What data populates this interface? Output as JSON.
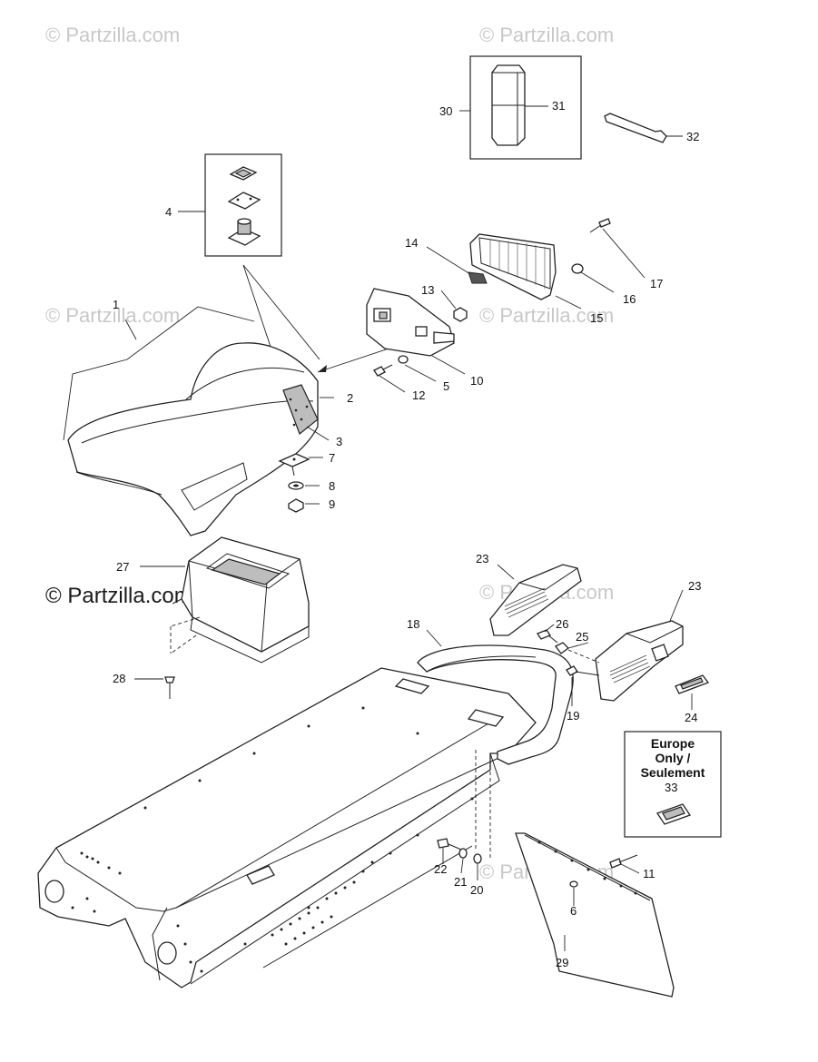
{
  "watermarks": {
    "faint": "© Partzilla.com",
    "dark": "© Partzilla.com"
  },
  "europe_box": {
    "line1": "Europe",
    "line2": "Only /",
    "line3": "Seulement"
  },
  "callouts": {
    "c1": "1",
    "c2": "2",
    "c3": "3",
    "c4": "4",
    "c5": "5",
    "c6": "6",
    "c7": "7",
    "c8": "8",
    "c9": "9",
    "c10": "10",
    "c11": "11",
    "c12": "12",
    "c13": "13",
    "c14": "14",
    "c15": "15",
    "c16": "16",
    "c17": "17",
    "c18": "18",
    "c19": "19",
    "c20": "20",
    "c21": "21",
    "c22": "22",
    "c23a": "23",
    "c23b": "23",
    "c24": "24",
    "c25": "25",
    "c26": "26",
    "c27": "27",
    "c28": "28",
    "c29": "29",
    "c30": "30",
    "c31": "31",
    "c32": "32",
    "c33": "33"
  }
}
